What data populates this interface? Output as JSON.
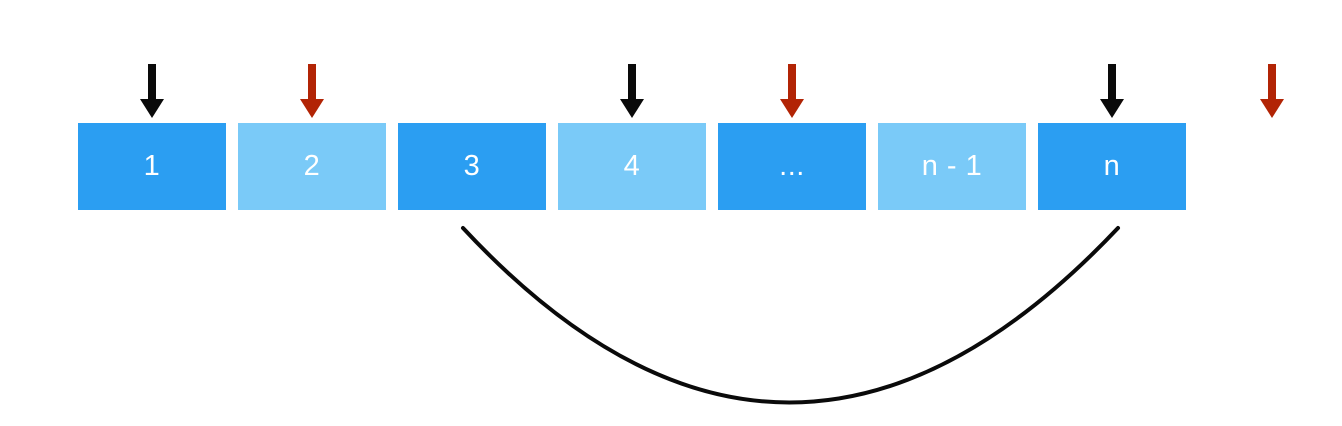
{
  "figure": {
    "description": "Array diagram: alternating blue cells with pointer arrows above and a swap arc connecting cell 3 to cell n",
    "colors": {
      "background": "#ffffff",
      "cell_dark": "#2b9ef2",
      "cell_light": "#7acaf8",
      "label_text": "#ffffff",
      "arrow_black": "#0a0a0a",
      "arrow_red": "#b22405",
      "arc": "#0a0a0a"
    },
    "cells": [
      {
        "label": "1",
        "shade": "dark",
        "arrow": "black"
      },
      {
        "label": "2",
        "shade": "light",
        "arrow": "red"
      },
      {
        "label": "3",
        "shade": "dark",
        "arrow": "none"
      },
      {
        "label": "4",
        "shade": "light",
        "arrow": "black"
      },
      {
        "label": "...",
        "shade": "dark",
        "arrow": "red"
      },
      {
        "label": "n - 1",
        "shade": "light",
        "arrow": "none"
      },
      {
        "label": "n",
        "shade": "dark",
        "arrow": "black"
      }
    ],
    "trailing_arrow": {
      "color": "red"
    },
    "arc": {
      "from_cell": "3",
      "to_cell": "n"
    }
  }
}
